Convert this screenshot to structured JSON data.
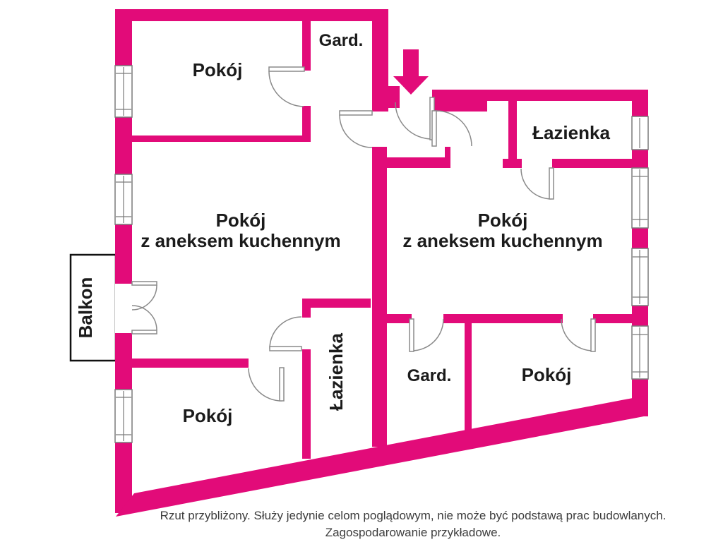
{
  "plan": {
    "wall_color": "#e20b79",
    "rooms": {
      "pokoj_top_left": "Pokój",
      "gard_top": "Gard.",
      "living_left_line1": "Pokój",
      "living_left_line2": "z aneksem kuchennym",
      "lazienka_top_right": "Łazienka",
      "living_right_line1": "Pokój",
      "living_right_line2": "z aneksem kuchennym",
      "balkon": "Balkon",
      "lazienka_center": "Łazienka",
      "gard_bottom": "Gard.",
      "pokoj_bottom_right": "Pokój",
      "pokoj_bottom_left": "Pokój"
    }
  },
  "footer": {
    "line1": "Rzut przybliżony. Służy jedynie celom poglądowym, nie może być podstawą prac budowlanych.",
    "line2": "Zagospodarowanie przykładowe."
  }
}
